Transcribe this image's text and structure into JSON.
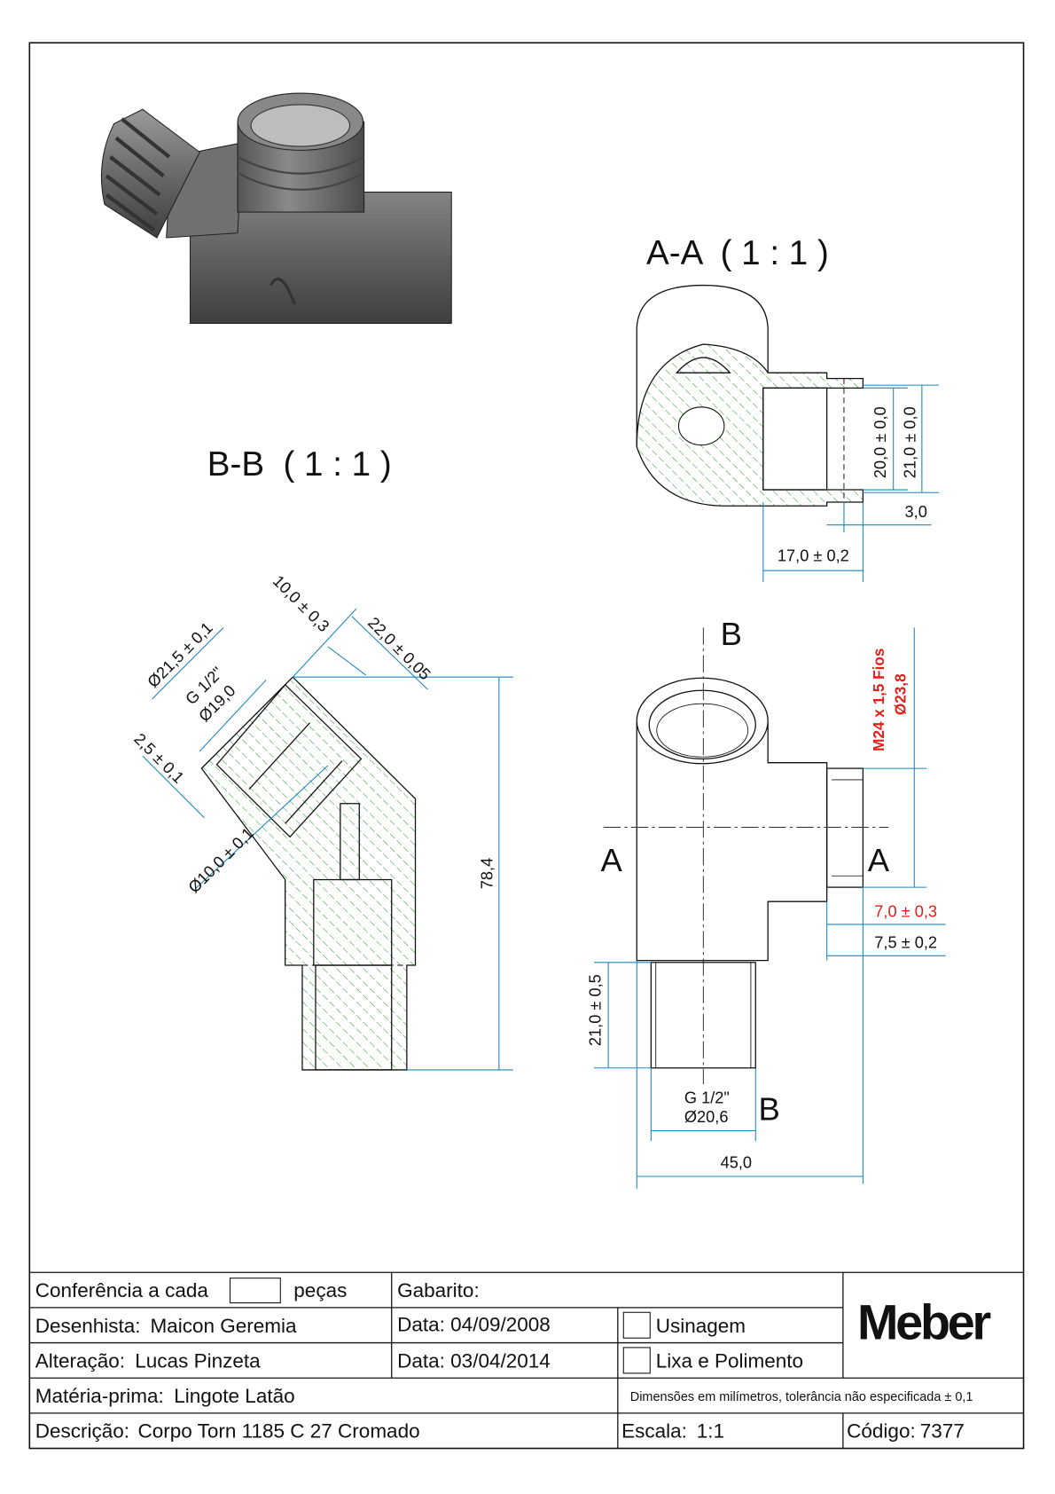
{
  "colors": {
    "dimension": "#1a86c0",
    "hatch": "#2f9a2f",
    "highlight": "#e0201b",
    "render_gray": "#6f6f6f"
  },
  "views": {
    "section_aa": {
      "title": "A-A  ( 1 : 1 )",
      "dims": [
        "20,0 ± 0,0",
        "21,0 ± 0,0",
        "3,0",
        "17,0 ± 0,2"
      ]
    },
    "section_bb": {
      "title": "B-B  ( 1 : 1 )",
      "dims": [
        "10,0 ± 0,3",
        "22,0 ± 0,05",
        "Ø21,5 ± 0,1",
        "G 1/2\"",
        "Ø19,0",
        "2,5 ± 0,1",
        "Ø10,0 ± 0,1",
        "78,4"
      ]
    },
    "front": {
      "cut_labels": [
        "B",
        "B",
        "A",
        "A"
      ],
      "thread_note": "M24 x 1,5 Fios",
      "thread_dia": "Ø23,8",
      "dims": [
        "7,0 ± 0,3",
        "7,5 ± 0,2",
        "21,0 ± 0,5",
        "G 1/2\"",
        "Ø20,6",
        "45,0"
      ]
    }
  },
  "title_block": {
    "conferencia_label": "Conferência a cada",
    "conferencia_unit": "peças",
    "gabarito_label": "Gabarito:",
    "desenhista_label": "Desenhista:",
    "desenhista": "Maicon Geremia",
    "alteracao_label": "Alteração:",
    "alteracao": "Lucas Pinzeta",
    "data1_label": "Data:",
    "data1": "04/09/2008",
    "data2_label": "Data:",
    "data2": "03/04/2014",
    "usinagem": "Usinagem",
    "lixa": "Lixa e Polimento",
    "materia_label": "Matéria-prima:",
    "materia": "Lingote Latão",
    "note": "Dimensões em milímetros, tolerância não especificada ± 0,1",
    "descricao_label": "Descrição:",
    "descricao": "Corpo Torn 1185 C 27 Cromado",
    "escala_label": "Escala:",
    "escala": "1:1",
    "codigo_label": "Código:",
    "codigo": "7377",
    "logo": "Meber"
  }
}
